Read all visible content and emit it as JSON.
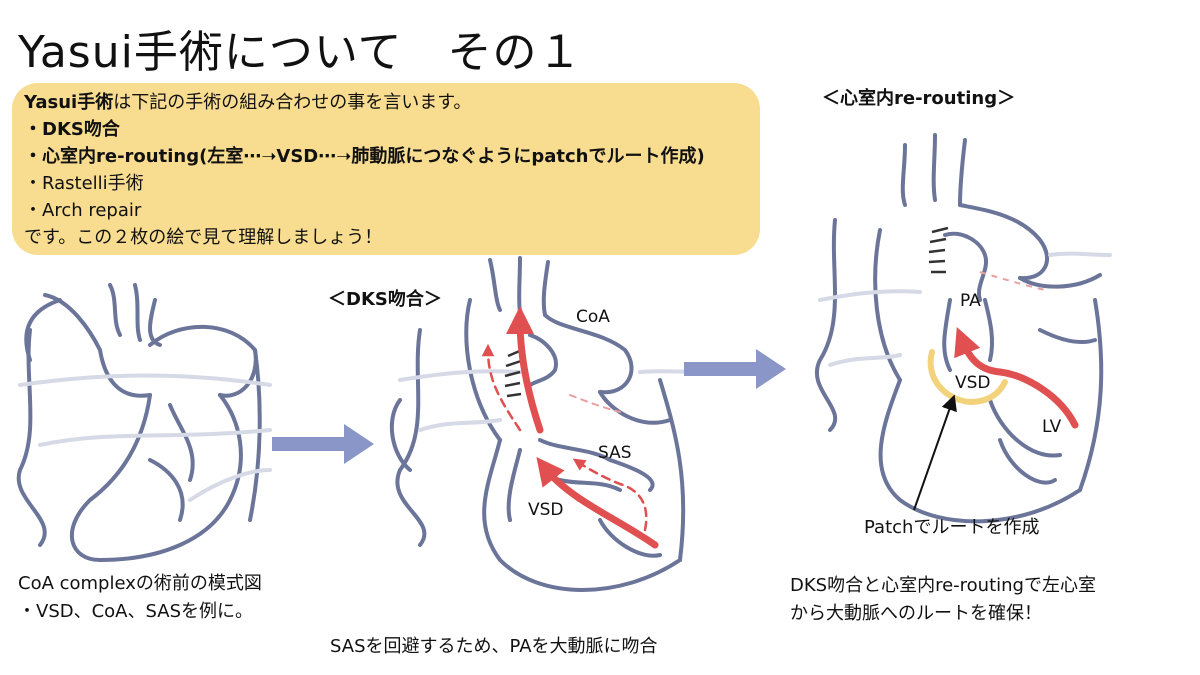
{
  "slide": {
    "title": "Yasui手術について　その１"
  },
  "infobox": {
    "line1_bold": "Yasui手術",
    "line1_rest": "は下記の手術の組み合わせの事を言います。",
    "item1": "・DKS吻合",
    "item2_bullet": "・",
    "item2_bold": "心室内re-routing",
    "item2_rest": "(左室⋯➝VSD⋯➝肺動脈につなぐようにpatchでルート作成)",
    "item3": "・Rastelli手術",
    "item4": "・Arch repair",
    "closing": "です。この２枚の絵で見て理解しましょう！"
  },
  "panels": {
    "preop": {
      "caption_line1": "CoA complexの術前の模式図",
      "caption_line2": "・VSD、CoA、SASを例に。"
    },
    "dks": {
      "title": "＜DKS吻合＞",
      "label_coa": "CoA",
      "label_sas": "SAS",
      "label_vsd": "VSD",
      "caption": "SASを回避するため、PAを大動脈に吻合"
    },
    "rerouting": {
      "title": "＜心室内re-routing＞",
      "label_pa": "PA",
      "label_vsd": "VSD",
      "label_lv": "LV",
      "patch_label": "Patchでルートを作成",
      "caption_line1": "DKS吻合と心室内re-routingで左心室",
      "caption_line2": "から大動脈へのルートを確保！"
    }
  },
  "colors": {
    "outline": "#6b7599",
    "arrow": "#8a96c8",
    "red": "#e05050",
    "patch": "#f2d27a",
    "box": "#f8dc8f"
  }
}
